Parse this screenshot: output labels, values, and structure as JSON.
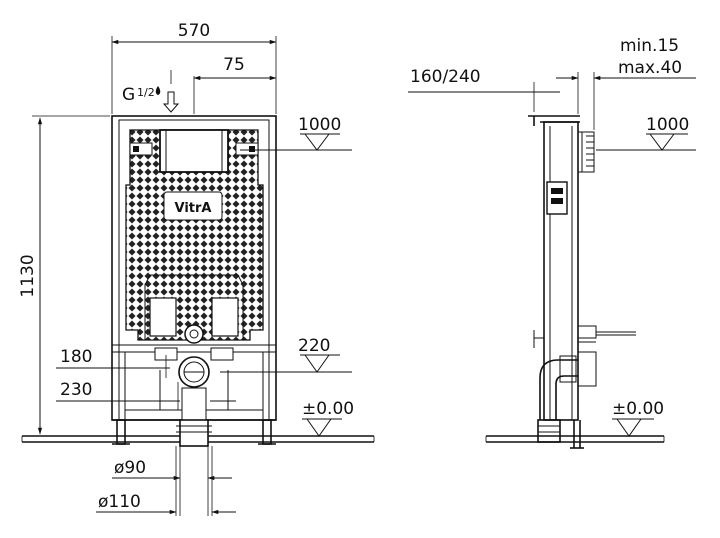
{
  "front_view": {
    "width_570": "570",
    "offset_75": "75",
    "height_1130": "1130",
    "level_1000": "1000",
    "level_220": "220",
    "dim_180": "180",
    "dim_230": "230",
    "level_zero": "±0.00",
    "dia_90": "ø90",
    "dia_110": "ø110",
    "water_inlet": {
      "G": "G",
      "fraction": "1/2"
    },
    "brand_logo": "VitrA"
  },
  "side_view": {
    "depth": "160/240",
    "min": "min.15",
    "max": "max.40",
    "level_1000": "1000",
    "level_zero": "±0.00"
  },
  "colors": {
    "line": "#111111",
    "background": "#ffffff"
  }
}
